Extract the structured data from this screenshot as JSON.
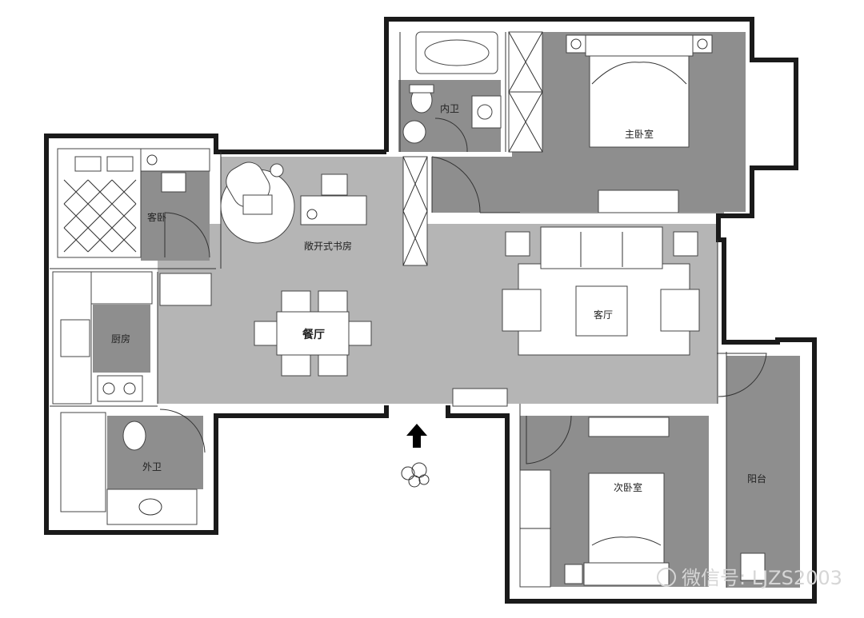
{
  "rooms": {
    "master_bedroom": "主卧室",
    "master_bath": "内卫",
    "guest_bedroom": "客卧",
    "open_study": "敞开式书房",
    "kitchen": "厨房",
    "dining": "餐厅",
    "living": "客厅",
    "guest_bath": "外卫",
    "second_bedroom": "次卧室",
    "balcony": "阳台"
  },
  "watermark": {
    "text": "微信号: LJZS2003"
  },
  "colors": {
    "floor_gray": "#8e8e8e",
    "living_gray": "#b5b5b5",
    "wall": "#1a1a1a"
  }
}
